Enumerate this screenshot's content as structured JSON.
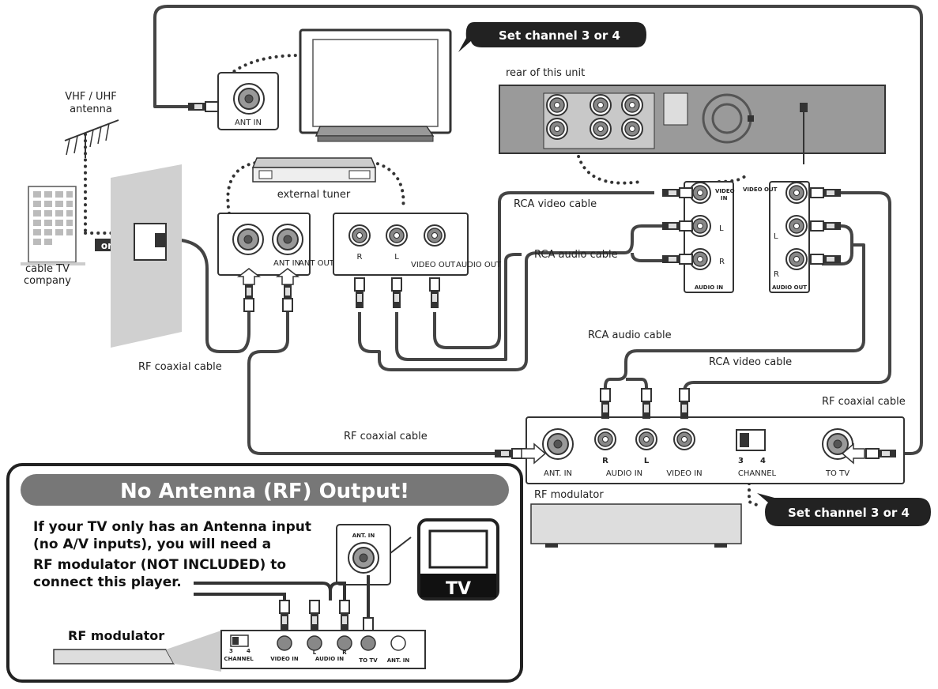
{
  "callouts": {
    "set_channel_top": "Set channel 3 or 4",
    "set_channel_right": "Set channel 3 or 4"
  },
  "labels": {
    "vhf_uhf_antenna_line1": "VHF / UHF",
    "vhf_uhf_antenna_line2": "antenna",
    "or": "or",
    "cable_tv_line1": "cable TV",
    "cable_tv_line2": "company",
    "tv_ant_in": "ANT IN",
    "rear_of_unit": "rear of this unit",
    "external_tuner": "external tuner",
    "tuner_ant_in": "ANT  IN",
    "tuner_ant_out": "ANT OUT",
    "tuner_r": "R",
    "tuner_l": "L",
    "tuner_video_out": "VIDEO OUT",
    "tuner_audio_out": "AUDIO OUT",
    "rca_video_cable_1": "RCA video cable",
    "rca_audio_cable_1": "RCA audio  cable",
    "rca_audio_cable_2": "RCA audio  cable",
    "rca_video_cable_2": "RCA video cable",
    "rf_coaxial_cable_1": "RF coaxial cable",
    "rf_coaxial_cable_2": "RF coaxial cable",
    "rf_coaxial_cable_3": "RF coaxial cable",
    "unit_video_in": "VIDEO",
    "unit_in": "IN",
    "unit_l": "L",
    "unit_r": "R",
    "unit_audio_in": "AUDIO IN",
    "unit_video_out": "VIDEO OUT",
    "unit_out_l": "L",
    "unit_out_r": "R",
    "unit_audio_out": "AUDIO OUT",
    "mod_ant_in": "ANT. IN",
    "mod_r": "R",
    "mod_l": "L",
    "mod_audio_in": "AUDIO IN",
    "mod_video_in": "VIDEO IN",
    "mod_ch_3": "3",
    "mod_ch_4": "4",
    "mod_channel": "CHANNEL",
    "mod_to_tv": "TO TV",
    "rf_modulator": "RF modulator"
  },
  "inset": {
    "banner": "No Antenna (RF) Output!",
    "line1": "If your TV only has an Antenna input",
    "line2": "(no A/V inputs), you will need a",
    "line3": "RF modulator (NOT INCLUDED) to",
    "line4": "connect this player.",
    "rf_modulator": "RF modulator",
    "ant_in": "ANT. IN",
    "tv": "TV",
    "channel": "CHANNEL",
    "ch3": "3",
    "ch4": "4",
    "video_in": "VIDEO IN",
    "audio_in": "AUDIO IN",
    "a_l": "L",
    "a_r": "R",
    "to_tv": "TO TV",
    "ant_in_small": "ANT. IN"
  }
}
